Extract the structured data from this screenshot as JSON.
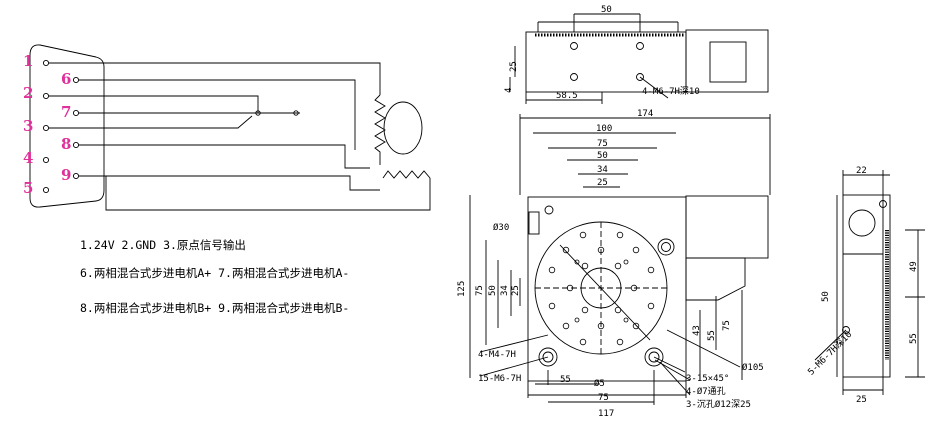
{
  "wiring": {
    "pins_left": [
      "1",
      "2",
      "3",
      "4",
      "5"
    ],
    "pins_right": [
      "6",
      "7",
      "8",
      "9"
    ],
    "legend": [
      "1.24V  2.GND  3.原点信号输出",
      "6.两相混合式步进电机A+  7.两相混合式步进电机A-",
      "8.两相混合式步进电机B+  9.两相混合式步进电机B-"
    ]
  },
  "top_view": {
    "dims": {
      "width_top": "50",
      "height": "25",
      "small": "4",
      "base": "58.5",
      "tap": "4-M6-7H深10"
    }
  },
  "front_view": {
    "dims": {
      "overall_width": "174",
      "w100": "100",
      "w75": "75",
      "w50": "50",
      "w34": "34",
      "w25": "25",
      "bore": "Ø30",
      "h125": "125",
      "h75": "75",
      "h50": "50",
      "h34": "34",
      "h25": "25",
      "tap_m4": "4-M4-7H",
      "tap_m6": "15-M6-7H",
      "h43": "43",
      "h55": "55",
      "h75r": "75",
      "table_dia": "Ø105",
      "cham": "3-15×45°",
      "thru": "4-Ø7通孔",
      "cbore": "3-沉孔Ø12深25",
      "small_hole": "Ø5",
      "b55": "55",
      "b75": "75",
      "b117": "117"
    }
  },
  "side_view": {
    "dims": {
      "top": "22",
      "h49": "49",
      "h50": "50",
      "h55": "55",
      "tap": "5-M6-7H深10",
      "bottom": "25"
    }
  }
}
